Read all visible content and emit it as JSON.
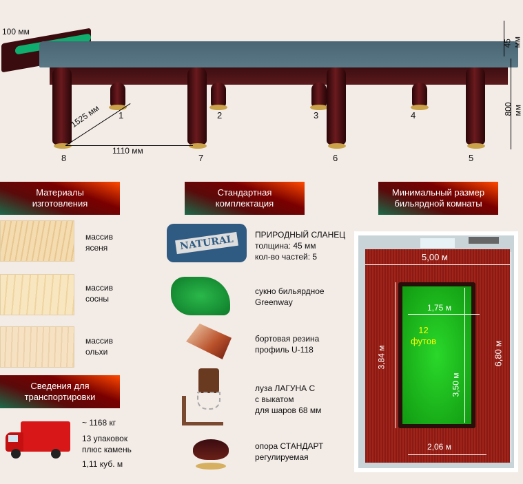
{
  "table": {
    "rail_width": "100 мм",
    "height_top": "45 мм",
    "height_total": "800 мм",
    "diag": "1525 мм",
    "span": "1110 мм",
    "legs": [
      "1",
      "2",
      "3",
      "4",
      "5",
      "6",
      "7",
      "8"
    ]
  },
  "materials": {
    "title": "Материалы\nизготовления",
    "items": [
      "массив\nясеня",
      "массив\nсосны",
      "массив\nольхи"
    ]
  },
  "kit": {
    "title": "Стандартная\nкомплектация",
    "natural_label": "NATURAL",
    "items": [
      "ПРИРОДНЫЙ СЛАНЕЦ\nтолщина: 45 мм\nкол-во частей: 5",
      "сукно бильярдное\nGreenway",
      "бортовая резина\nпрофиль U-118",
      "луза ЛАГУНА С\nс выкатом\nдля шаров 68 мм",
      "опора СТАНДАРТ\nрегулируемая"
    ]
  },
  "transport": {
    "title": "Сведения для\nтранспортировки",
    "weight": "~ 1168 кг",
    "packages": "13 упаковок\nплюс камень",
    "volume": "1,11 куб. м"
  },
  "room": {
    "title": "Минимальный размер\nбильярдной комнаты",
    "width": "5,00 м",
    "length": "6,80 м",
    "table_w": "1,75 м",
    "table_l": "3,50 м",
    "outer_w": "2,06 м",
    "outer_l": "3,84 м",
    "size": "12\nфутов"
  },
  "colors": {
    "cloth": "#1aa81a",
    "slate": "#4f6c7a",
    "wood": "#3a0c10",
    "carpet": "#8a1a14"
  }
}
